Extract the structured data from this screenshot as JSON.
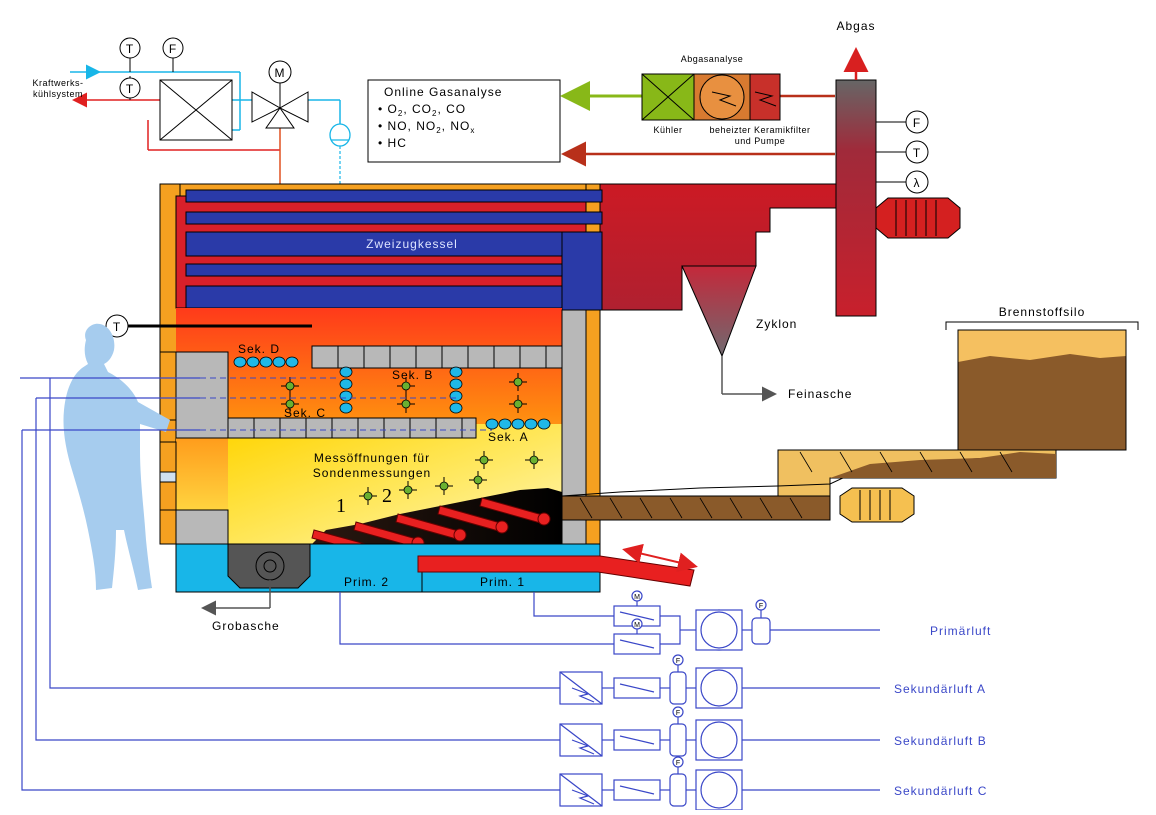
{
  "labels": {
    "kraftwerk_line1": "Kraftwerks-",
    "kraftwerk_line2": "kühlsystem",
    "gasanalyse_title": "Online Gasanalyse",
    "gasanalyse_item1": "• O",
    "gasanalyse_item1_a": "2",
    "gasanalyse_item1_b": ", CO",
    "gasanalyse_item1_c": "2",
    "gasanalyse_item1_d": ", CO",
    "gasanalyse_item2": "• NO, NO",
    "gasanalyse_item2_a": "2",
    "gasanalyse_item2_b": ", NO",
    "gasanalyse_item2_c": "x",
    "gasanalyse_item3": "• HC",
    "abgasanalyse": "Abgasanalyse",
    "kuehler": "Kühler",
    "beheizter": "beheizter Keramikfilter",
    "und_pumpe": "und Pumpe",
    "abgas": "Abgas",
    "zweizugkessel": "Zweizugkessel",
    "zyklon": "Zyklon",
    "feinasche": "Feinasche",
    "brennstoffsilo": "Brennstoffsilo",
    "sek_a": "Sek. A",
    "sek_b": "Sek. B",
    "sek_c": "Sek. C",
    "sek_d": "Sek. D",
    "messoeffnungen1": "Messöffnungen für",
    "messoeffnungen2": "Sondenmessungen",
    "num1": "1",
    "num2": "2",
    "prim1": "Prim. 1",
    "prim2": "Prim. 2",
    "grobasche": "Grobasche",
    "primaerluft": "Primärluft",
    "sek_luft_a": "Sekundärluft A",
    "sek_luft_b": "Sekundärluft B",
    "sek_luft_c": "Sekundärluft C"
  },
  "instruments": {
    "T": "T",
    "F": "F",
    "M": "M",
    "lambda": "λ"
  },
  "colors": {
    "boiler_outer": "#f5a020",
    "wall_blue": "#2a3aa8",
    "flue_red": "#d4202a",
    "air_blue": "#3a47c8",
    "water_cyan": "#18b6e8",
    "grey": "#b8b8b8",
    "fuel_brown": "#8a5a2a",
    "gas_green": "#88b818"
  }
}
